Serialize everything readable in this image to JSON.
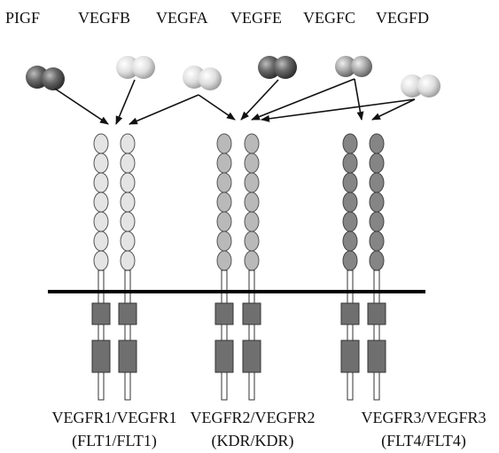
{
  "ligands": [
    "PIGF",
    "VEGFB",
    "VEGFA",
    "VEGFE",
    "VEGFC",
    "VEGFD"
  ],
  "receptors": [
    {
      "name": "VEGFR1/VEGFR1",
      "alias": "(FLT1/FLT1)"
    },
    {
      "name": "VEGFR2/VEGFR2",
      "alias": "(KDR/KDR)"
    },
    {
      "name": "VEGFR3/VEGFR3",
      "alias": "(FLT4/FLT4)"
    }
  ],
  "colors": {
    "ligand_dark": "#5a5a5a",
    "ligand_light": "#d0d0d0",
    "receptor1": "#e4e4e4",
    "receptor2": "#b9b9b9",
    "receptor3": "#858585",
    "kinase": "#6f6f6f",
    "membrane": "#000000"
  }
}
